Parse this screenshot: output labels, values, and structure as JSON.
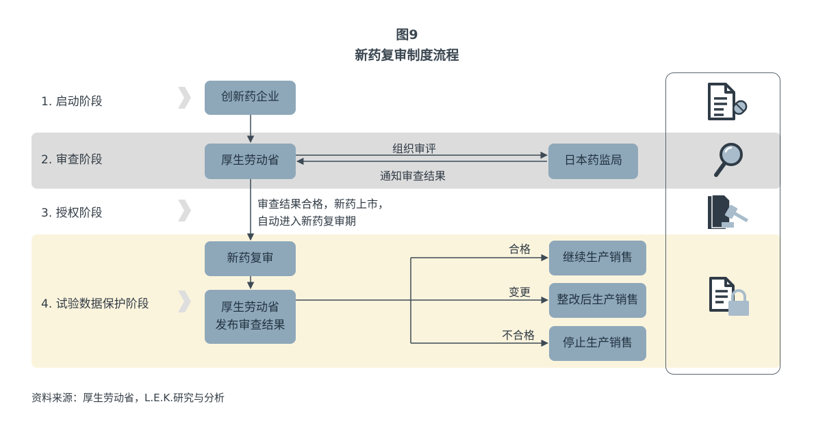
{
  "figure": {
    "number": "图9",
    "title": "新药复审制度流程"
  },
  "stages": [
    {
      "label": "1. 启动阶段"
    },
    {
      "label": "2. 审查阶段"
    },
    {
      "label": "3. 授权阶段"
    },
    {
      "label": "4. 试验数据保护阶段"
    }
  ],
  "boxes": {
    "innovator": "创新药企业",
    "mhlw_review": "厚生劳动省",
    "pmda": "日本药监局",
    "reexam": "新药复审",
    "mhlw_publish_line1": "厚生劳动省",
    "mhlw_publish_line2": "发布审查结果",
    "continue_sales": "继续生产销售",
    "rectify_sales": "整改后生产销售",
    "stop_sales": "停止生产销售"
  },
  "arrows": {
    "organize_review": "组织审评",
    "notify_result": "通知审查结果",
    "pass": "合格",
    "change": "变更",
    "fail": "不合格"
  },
  "approval_note": {
    "line1": "审查结果合格，新药上市，",
    "line2": "自动进入新药复审期"
  },
  "icons": [
    "document-pill-icon",
    "magnifier-icon",
    "gavel-document-icon",
    "document-lock-icon"
  ],
  "source": "资料来源：厚生劳动省，L.E.K.研究与分析",
  "colors": {
    "box": "#8ea8ba",
    "band_gray": "#dcdcdc",
    "band_yellow": "#fbf4dd",
    "line": "#3d4a55",
    "icon_dark": "#2f3b46",
    "icon_light": "#a8bccb"
  }
}
